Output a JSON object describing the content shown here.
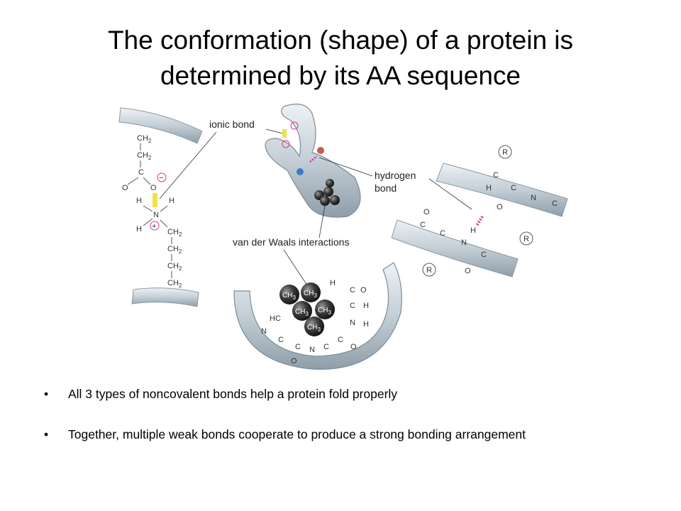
{
  "slide": {
    "title_lines": [
      "The conformation (shape) of a protein is",
      "determined by its AA sequence"
    ]
  },
  "diagram": {
    "labels": {
      "ionic_bond": "ionic bond",
      "hydrogen_bond_line1": "hydrogen",
      "hydrogen_bond_line2": "bond",
      "van_der_waals": "van der Waals interactions"
    },
    "atoms": {
      "ch2": "CH",
      "ch3": "CH",
      "sub2": "2",
      "sub3": "3",
      "c": "C",
      "o": "O",
      "h": "H",
      "n": "N",
      "hc": "HC",
      "r": "R",
      "minus": "−",
      "plus": "+"
    },
    "colors": {
      "chain": "#c9d3da",
      "chain_edge": "#8a99a4",
      "ionic_yellow": "#f2e04a",
      "hbond_pink": "#e0309a",
      "vdw_ball": "#3a3a3a",
      "charge_pink": "#e0309a"
    }
  },
  "bullets": [
    "All 3 types of noncovalent bonds help a protein fold properly",
    "Together, multiple weak bonds cooperate to produce a strong bonding arrangement"
  ]
}
